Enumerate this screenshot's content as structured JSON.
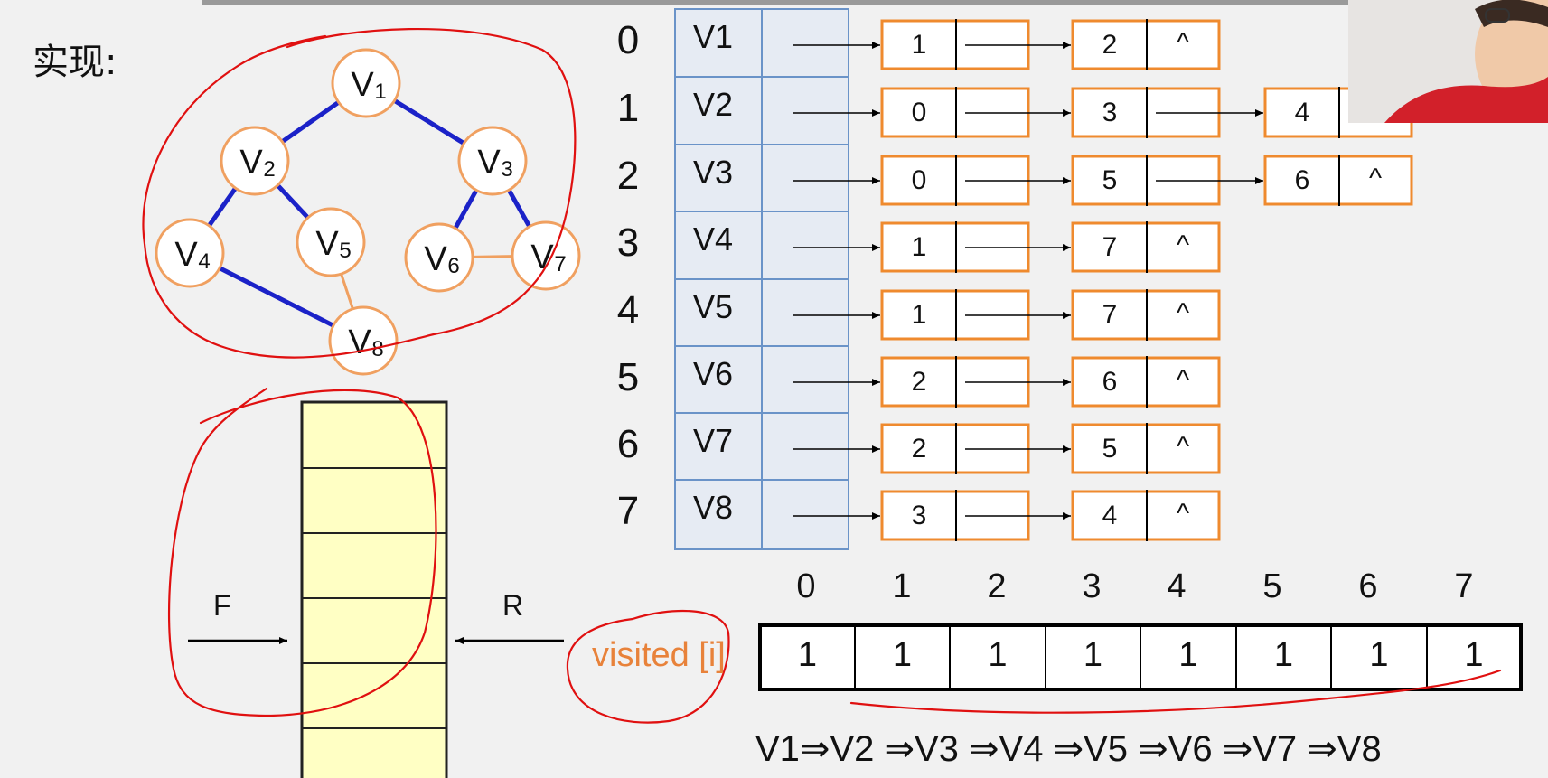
{
  "title": "实现:",
  "graph": {
    "nodes": [
      {
        "id": "v1",
        "label": "V",
        "sub": "1"
      },
      {
        "id": "v2",
        "label": "V",
        "sub": "2"
      },
      {
        "id": "v3",
        "label": "V",
        "sub": "3"
      },
      {
        "id": "v4",
        "label": "V",
        "sub": "4"
      },
      {
        "id": "v5",
        "label": "V",
        "sub": "5"
      },
      {
        "id": "v6",
        "label": "V",
        "sub": "6"
      },
      {
        "id": "v7",
        "label": "V",
        "sub": "7"
      },
      {
        "id": "v8",
        "label": "V",
        "sub": "8"
      }
    ],
    "edges": [
      {
        "from": "v1",
        "to": "v2",
        "style": "tree"
      },
      {
        "from": "v1",
        "to": "v3",
        "style": "tree"
      },
      {
        "from": "v2",
        "to": "v4",
        "style": "tree"
      },
      {
        "from": "v2",
        "to": "v5",
        "style": "tree"
      },
      {
        "from": "v3",
        "to": "v6",
        "style": "tree"
      },
      {
        "from": "v3",
        "to": "v7",
        "style": "tree"
      },
      {
        "from": "v4",
        "to": "v8",
        "style": "tree"
      },
      {
        "from": "v5",
        "to": "v8",
        "style": "other"
      },
      {
        "from": "v6",
        "to": "v7",
        "style": "other"
      }
    ]
  },
  "adjacency": {
    "indices": [
      "0",
      "1",
      "2",
      "3",
      "4",
      "5",
      "6",
      "7"
    ],
    "vertices": [
      "V1",
      "V2",
      "V3",
      "V4",
      "V5",
      "V6",
      "V7",
      "V8"
    ],
    "lists": [
      {
        "nodes": [
          "1",
          "2"
        ],
        "end": "^"
      },
      {
        "nodes": [
          "0",
          "3",
          "4"
        ],
        "end": ""
      },
      {
        "nodes": [
          "0",
          "5",
          "6"
        ],
        "end": "^"
      },
      {
        "nodes": [
          "1",
          "7"
        ],
        "end": "^"
      },
      {
        "nodes": [
          "1",
          "7"
        ],
        "end": "^"
      },
      {
        "nodes": [
          "2",
          "6"
        ],
        "end": "^"
      },
      {
        "nodes": [
          "2",
          "5"
        ],
        "end": "^"
      },
      {
        "nodes": [
          "3",
          "4"
        ],
        "end": "^"
      }
    ]
  },
  "queue": {
    "front_label": "F",
    "rear_label": "R"
  },
  "visited": {
    "label": "visited [i]",
    "indices": [
      "0",
      "1",
      "2",
      "3",
      "4",
      "5",
      "6",
      "7"
    ],
    "values": [
      "1",
      "1",
      "1",
      "1",
      "1",
      "1",
      "1",
      "1"
    ]
  },
  "traversal_order": "V1⇒V2 ⇒V3 ⇒V4 ⇒V5 ⇒V6 ⇒V7 ⇒V8",
  "colors": {
    "tree_edge": "#1b22c8",
    "node_border": "#f0a060",
    "list_border": "#ef8a2e",
    "vertex_table_fill": "#e6ebf3",
    "vertex_table_border": "#6a93c8",
    "queue_fill": "#ffffc4",
    "annotation": "#e01010",
    "visited_label": "#e8823a"
  }
}
